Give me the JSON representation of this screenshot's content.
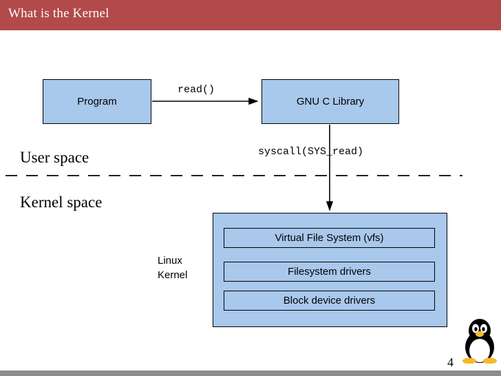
{
  "slide": {
    "title": "What is the Kernel",
    "page_number": "4",
    "colors": {
      "title_bar": "#b24a4a",
      "box_fill": "#a8c8ec",
      "box_border": "#000000",
      "bottom_bar": "#8c8c8c",
      "text": "#000000",
      "title_text": "#ffffff"
    }
  },
  "diagram": {
    "program_box": "Program",
    "glibc_box": "GNU C Library",
    "read_call": "read()",
    "syscall": "syscall(SYS_read)",
    "user_space": "User space",
    "kernel_space": "Kernel space",
    "linux_kernel_label_line1": "Linux",
    "linux_kernel_label_line2": "Kernel",
    "kernel_layers": [
      "Virtual File System (vfs)",
      "Filesystem drivers",
      "Block device drivers"
    ]
  }
}
